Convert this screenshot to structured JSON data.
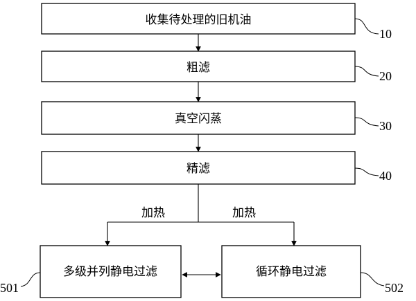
{
  "steps": [
    {
      "label": "收集待处理的旧机油",
      "ref": "10"
    },
    {
      "label": "粗滤",
      "ref": "20"
    },
    {
      "label": "真空闪蒸",
      "ref": "30"
    },
    {
      "label": "精滤",
      "ref": "40"
    }
  ],
  "branch_labels": {
    "left": "加热",
    "right": "加热"
  },
  "bottom_boxes": {
    "left": {
      "label": "多级并列静电过滤",
      "ref": "501"
    },
    "right": {
      "label": "循环静电过滤",
      "ref": "502"
    }
  }
}
